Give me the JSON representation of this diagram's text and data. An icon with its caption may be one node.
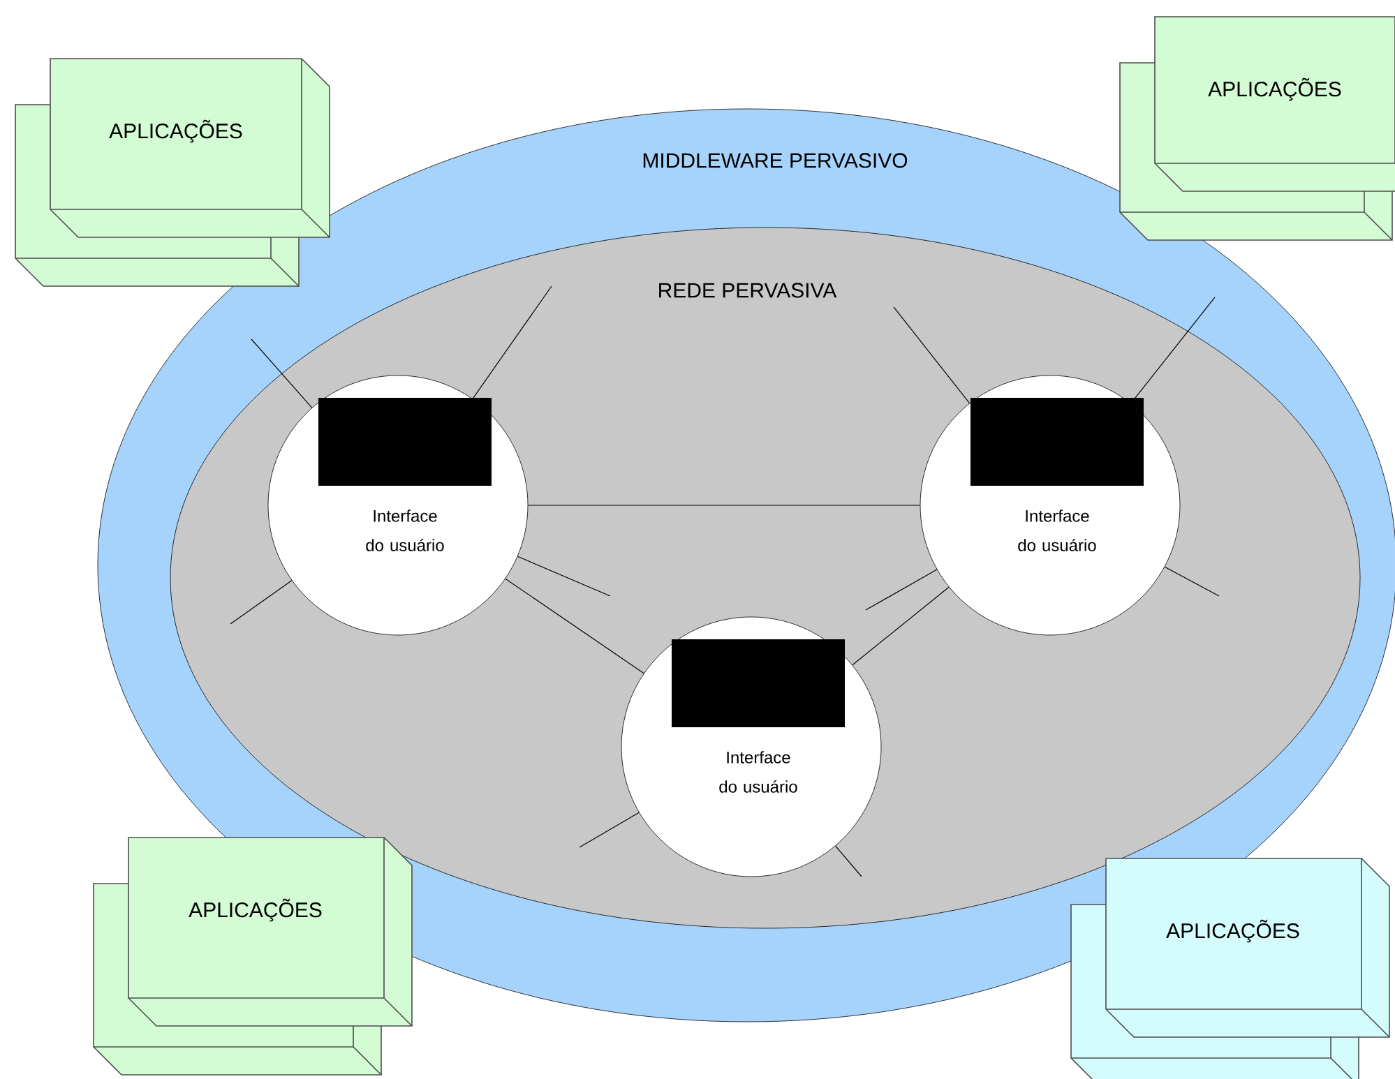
{
  "diagram": {
    "nodes": [
      {
        "text": [
          "MIDDLEWARE PERVASIVO"
        ]
      },
      {
        "text": [
          "REDE PERVASIVA"
        ],
        "in": 0
      },
      {
        "text": [
          "Interface do usuário"
        ],
        "in": 1
      },
      {
        "text": [
          "Interface do usuário"
        ],
        "in": 1
      },
      {
        "text": [
          "Interface do usuário"
        ],
        "in": 1
      },
      {
        "text": [
          "APLICAÇÕES"
        ]
      },
      {
        "text": [
          "APLICAÇÕES"
        ]
      },
      {
        "text": [
          "APLICAÇÕES"
        ]
      },
      {
        "text": [
          "APLICAÇÕES"
        ]
      }
    ],
    "edges": [
      {
        "from": 2,
        "to": 3,
        "arrow": "none"
      },
      {
        "from": 2,
        "to": 4,
        "arrow": "none"
      },
      {
        "from": 3,
        "to": 4,
        "arrow": "none"
      },
      {
        "from": null,
        "to": 2,
        "arrow": "none"
      },
      {
        "from": null,
        "to": 2,
        "arrow": "none"
      },
      {
        "from": null,
        "to": 2,
        "arrow": "none"
      },
      {
        "from": null,
        "to": 2,
        "arrow": "none"
      },
      {
        "from": null,
        "to": 3,
        "arrow": "none"
      },
      {
        "from": null,
        "to": 3,
        "arrow": "none"
      },
      {
        "from": null,
        "to": 3,
        "arrow": "none"
      },
      {
        "from": null,
        "to": 3,
        "arrow": "none"
      },
      {
        "from": null,
        "to": 4,
        "arrow": "none"
      },
      {
        "from": null,
        "to": 4,
        "arrow": "none"
      }
    ]
  }
}
